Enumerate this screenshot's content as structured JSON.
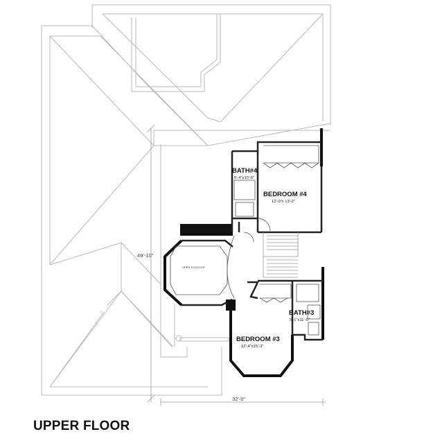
{
  "floor_title": "UPPER FLOOR",
  "rooms": {
    "bath4": {
      "name": "BATH#4",
      "dims": "5'-4\"x10'-6\""
    },
    "bedroom4": {
      "name": "BEDROOM #4",
      "dims": "12'-0\"x 13'-2\""
    },
    "bath3": {
      "name": "BATH#3",
      "dims": "5'-1\"x11'-0\""
    },
    "bedroom3": {
      "name": "BEDROOM #3",
      "dims": "12'-4\"x15'-3\""
    }
  },
  "open_to_foyer": "OPEN TO FOYER",
  "dimensions": {
    "depth": "49'-10\"",
    "width": "32'-0\""
  }
}
